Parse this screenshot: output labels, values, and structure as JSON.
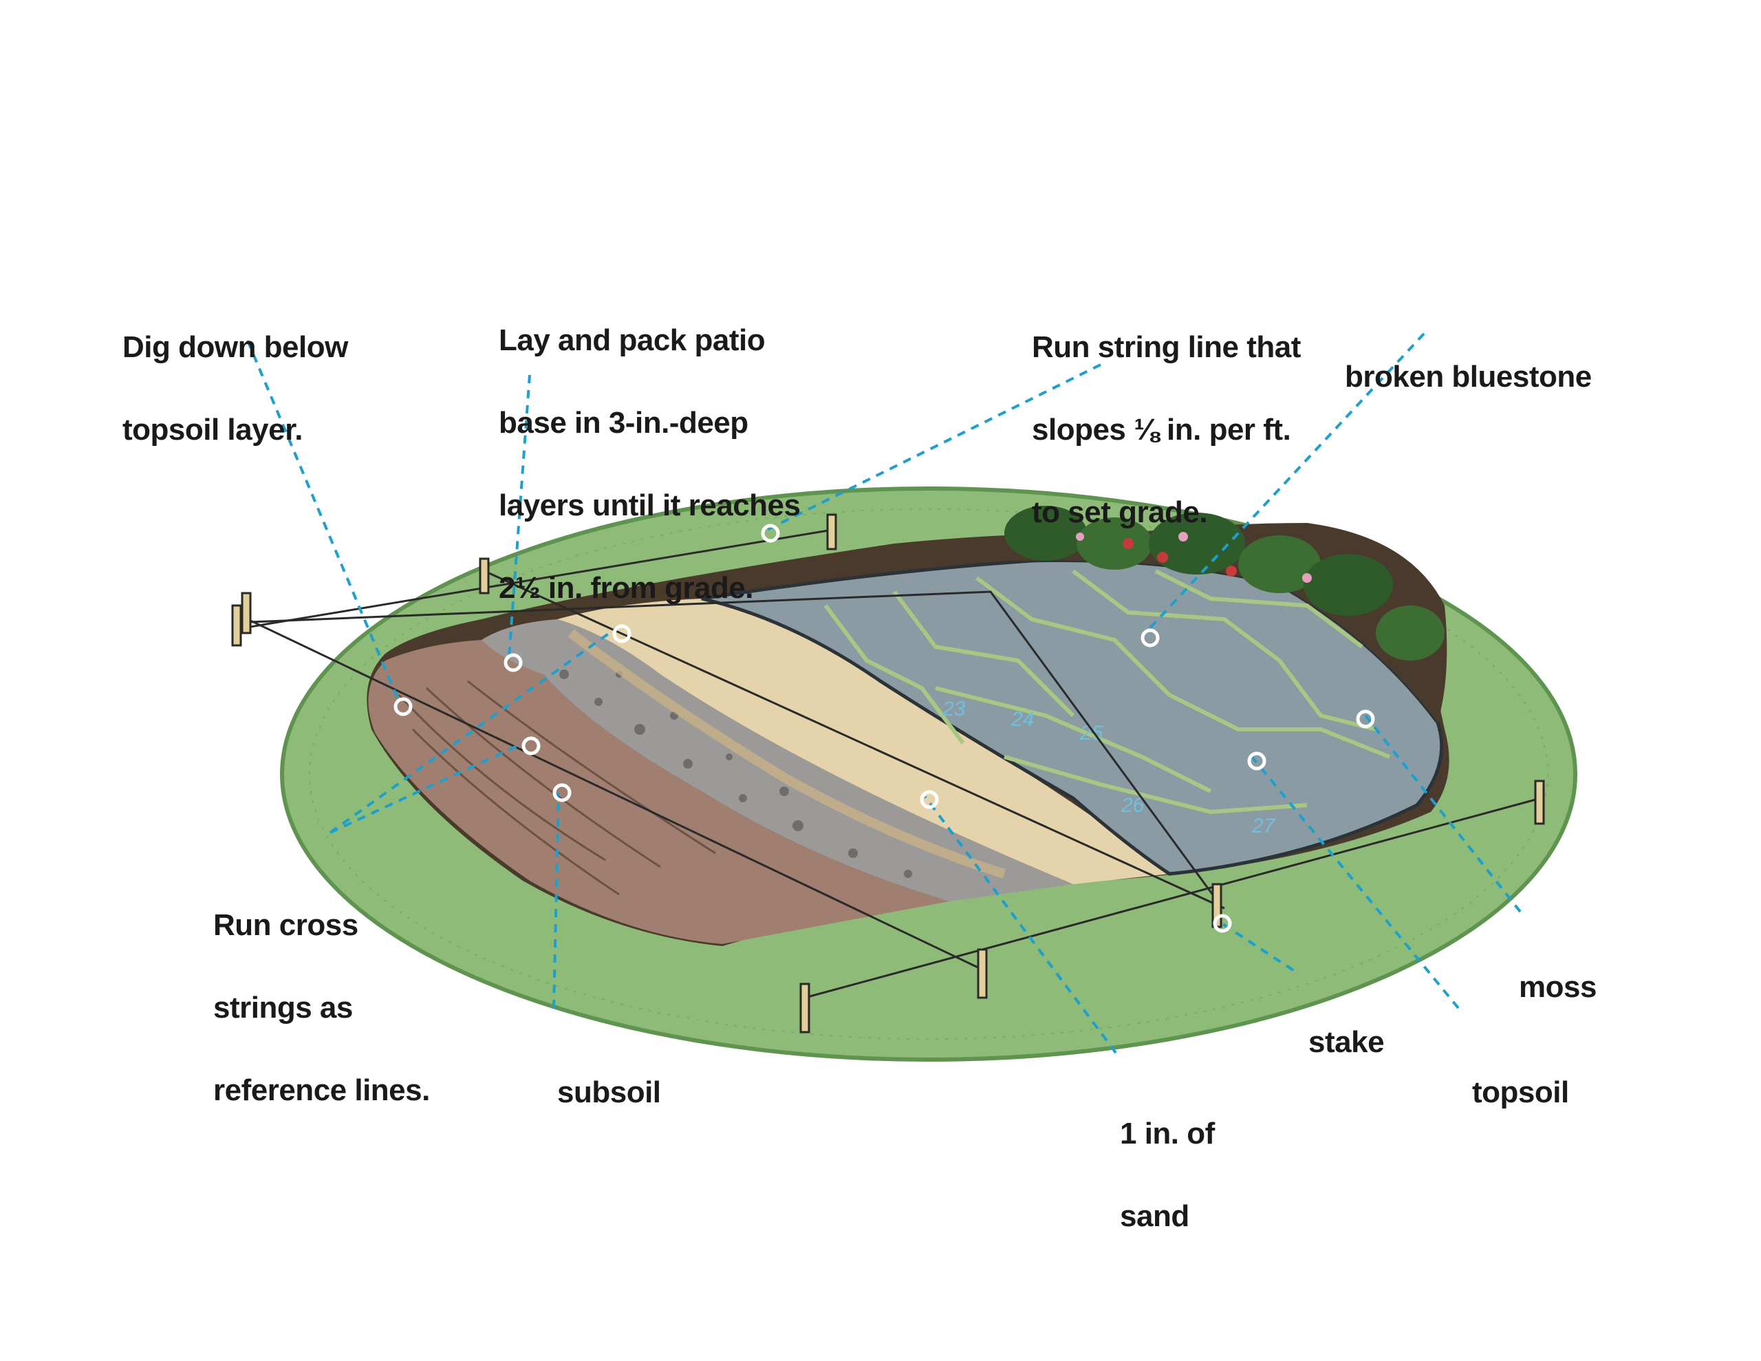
{
  "colors": {
    "grass": "#8fbb78",
    "grass_dark": "#5f9350",
    "subsoil": "#a07f70",
    "gravel": "#9c9a99",
    "sand": "#e5d3ab",
    "bluestone": "#8a9ba3",
    "moss": "#a7c782",
    "callout_line": "#1ba0d0",
    "label_text": "#1a1a1a"
  },
  "labels": {
    "dig": [
      "Dig down below",
      "topsoil layer."
    ],
    "lay": [
      "Lay and pack patio",
      "base in 3-in.-deep",
      "layers until it reaches",
      "2½ in. from grade."
    ],
    "string_slope": [
      "Run string line that",
      "slopes ⅛ in. per ft.",
      "to set grade."
    ],
    "bluestone": [
      "broken bluestone"
    ],
    "cross": [
      "Run cross",
      "strings as",
      "reference lines."
    ],
    "subsoil": [
      "subsoil"
    ],
    "sand": [
      "1 in. of",
      "sand"
    ],
    "stake": [
      "stake"
    ],
    "topsoil": [
      "topsoil"
    ],
    "moss": [
      "moss"
    ]
  },
  "stone_numbers": [
    "23",
    "24",
    "25",
    "26",
    "27"
  ]
}
